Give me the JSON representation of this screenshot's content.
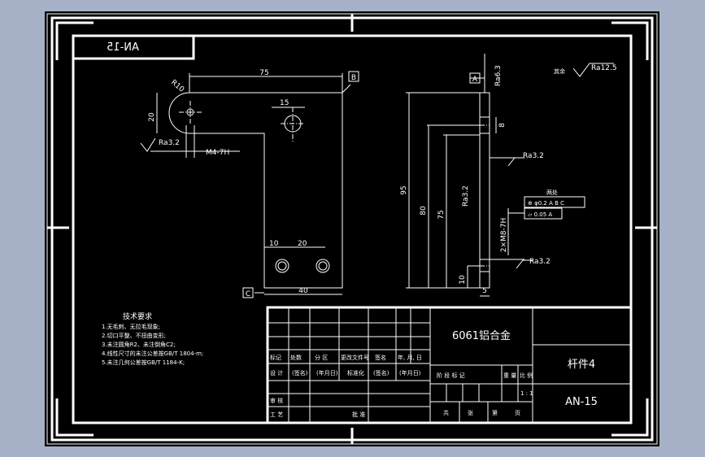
{
  "drawing": {
    "mirrored_code": "AN-15",
    "dimensions": {
      "r10": "R10",
      "len75_top": "75",
      "h20": "20",
      "d15": "15",
      "m4": "M4-7H",
      "r32_left": "Ra3.2",
      "d10": "10",
      "d20": "20",
      "w40": "40",
      "v95": "95",
      "v80": "80",
      "v75": "75",
      "v10": "10",
      "w5": "5",
      "v8": "8",
      "ra63": "Ra6.3",
      "ra32_side": "Ra3.2",
      "ra32_mid": "Ra3.2",
      "ra32_low": "Ra3.2",
      "hole_spec": "2×M8-7H",
      "rest_label": "其余",
      "rest_ra": "Ra12.5",
      "both_label": "两处",
      "tol_pos": "⊕ φ0.2 A B C",
      "tol_flat": "▱ 0.05 A"
    },
    "datums": {
      "a": "A",
      "b": "B",
      "c": "C"
    }
  },
  "tech": {
    "title": "技术要求",
    "items": [
      "1.无毛刺、无拉毛现象;",
      "2.切口平整、不扭曲变形;",
      "3.未注圆角R2、未注倒角C2;",
      "4.线性尺寸的未注公差按GB/T 1804-m;",
      "5.未注几何公差按GB/T 1184-K;"
    ]
  },
  "titleblock": {
    "material": "6061铝合金",
    "part_name": "杆件4",
    "drawing_no": "AN-15",
    "row_labels": {
      "mark": "标记",
      "count": "处数",
      "zone": "分 区",
      "doc": "更改文件号",
      "sign": "签名",
      "date": "年, 月, 日"
    },
    "design_row": {
      "design": "设 计",
      "sign1": "(签名)",
      "date1": "(年月日)",
      "std": "标准化",
      "sign2": "(签名)",
      "date2": "(年月日)"
    },
    "stage_row": {
      "stage": "阶 段 标 记",
      "weight": "重 量",
      "scale": "比 例"
    },
    "scale_value": "1 : 1",
    "review": "审 核",
    "process": "工 艺",
    "approve": "批 准",
    "sheets": {
      "total": "共",
      "count": "张",
      "page": "第",
      "unit": "页"
    }
  }
}
